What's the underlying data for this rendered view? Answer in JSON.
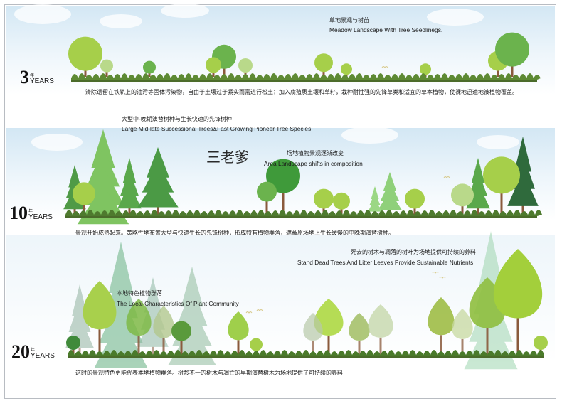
{
  "watermark": "三老爹",
  "stages": [
    {
      "year": "3",
      "nian": "年",
      "unit": "YEARS",
      "title_cn": "草地景观与树苗",
      "title_en": "Meadow Landscape With Tree Seedlinegs.",
      "description": "清除遗留在铁轨上的油污等固体污染物，自由于土壤过于紧实而需进行松土；加入腐殖质土壤和草籽，栽种耐性强的先锋草类和适宜的草本植物，使裸地迅速地被植物覆盖。"
    },
    {
      "year": "10",
      "nian": "年",
      "unit": "YEARS",
      "title_cn": "大型中-晚期演替树种与生长快速的先锋树种",
      "title_en": "Large Mid-late Successional Trees&Fast Growing Pioneer Tree Species.",
      "sub_cn": "场地植物景观逐渐改变",
      "sub_en": "Area Landscape shifts in composition",
      "description": "景观开始成熟起来。策略性地布置大型与快速生长的先锋树种，形成特有植物群落，遮蔽原场地上生长缓慢的中晚期演替树种。"
    },
    {
      "year": "20",
      "nian": "年",
      "unit": "YEARS",
      "title_cn": "本地特色植物群落",
      "title_en": "The Local Characteristics Of Plant Community",
      "sub_cn": "死去的树木与凋落的树叶为场地提供可持续的养料",
      "sub_en": "Stand Dead Trees And Litter Leaves Provide Sustainable Nutrients",
      "description": "这时的景观特色更能代表本地植物群落。树龄不一的树木与凋亡的早期演替树木为场地提供了可持续的养料"
    }
  ],
  "colors": {
    "sky": "#dcecf6",
    "dark_green": "#3f7f3a",
    "mid_green": "#6bb34d",
    "light_green": "#a6cf4a",
    "pale_green": "#b9d98a",
    "trunk": "#8a5a3c",
    "ground": "#4a6b2a"
  }
}
